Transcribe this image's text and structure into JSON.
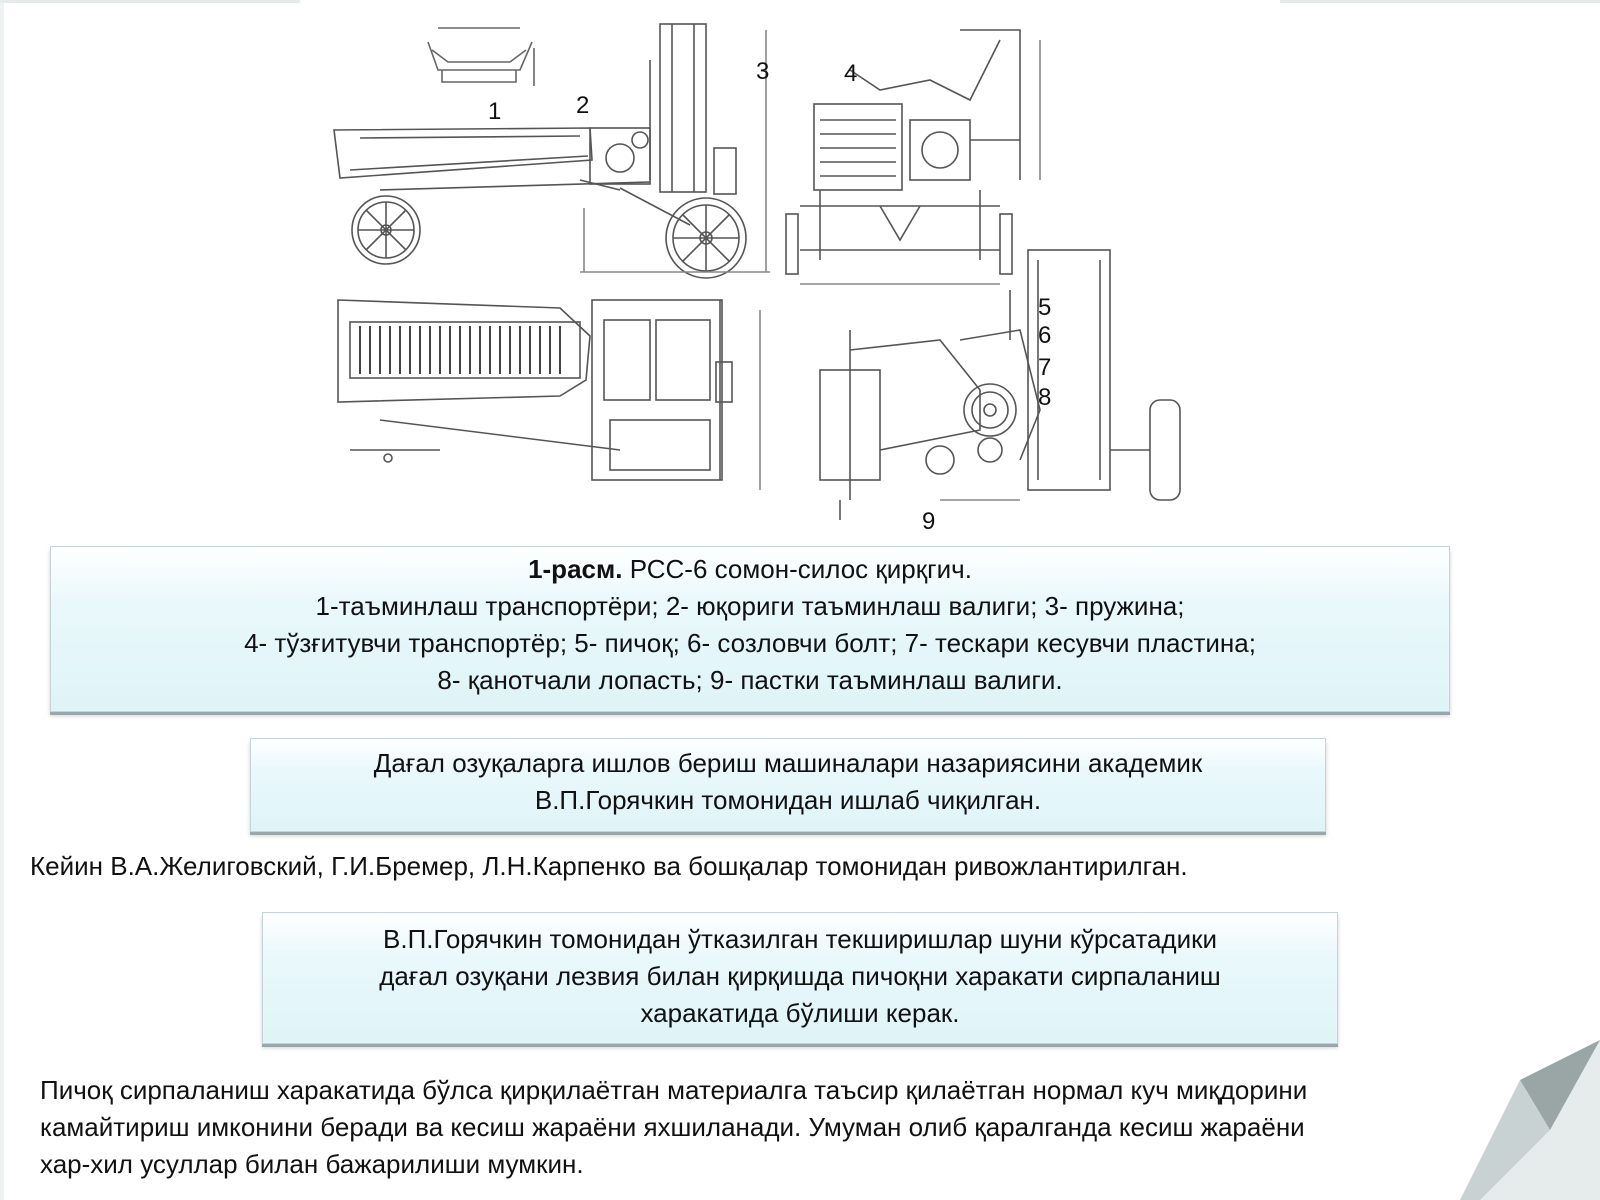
{
  "figure": {
    "callouts": [
      "1",
      "2",
      "3",
      "4",
      "5",
      "6",
      "7",
      "8",
      "9"
    ]
  },
  "caption": {
    "label": "1-расм.",
    "title": "РСС-6 сомон-силос қирқгич.",
    "lines": [
      "1-таъминлаш транспортёри; 2- юқориги таъминлаш валиги; 3- пружина;",
      "4- тўзғитувчи транспортёр; 5- пичоқ; 6- созловчи болт; 7- тескари кесувчи пластина;",
      "8- қанотчали лопасть; 9- пастки таъминлаш валиги."
    ]
  },
  "theory_box": {
    "lines": [
      "Дағал озуқаларга ишлов бериш машиналари назариясини академик",
      "В.П.Горячкин томонидан ишлаб чиқилган."
    ]
  },
  "later_line": "Кейин В.А.Желиговский, Г.И.Бремер, Л.Н.Карпенко ва бошқалар томонидан ривожлантирилган.",
  "research_box": {
    "lines": [
      "В.П.Горячкин томонидан ўтказилган текширишлар шуни кўрсатадики",
      "дағал озуқани лезвия билан қирқишда пичоқни харакати сирпаланиш",
      "харакатида бўлиши керак."
    ]
  },
  "final_paragraph": {
    "lines": [
      "Пичоқ сирпаланиш харакатида бўлса қирқилаётган материалга таъсир қилаётган нормал куч миқдорини",
      "камайтириш имконини беради ва кесиш жараёни яхшиланади. Умуман олиб қаралганда кесиш жараёни",
      "хар-хил усуллар билан бажарилиши мумкин."
    ]
  }
}
